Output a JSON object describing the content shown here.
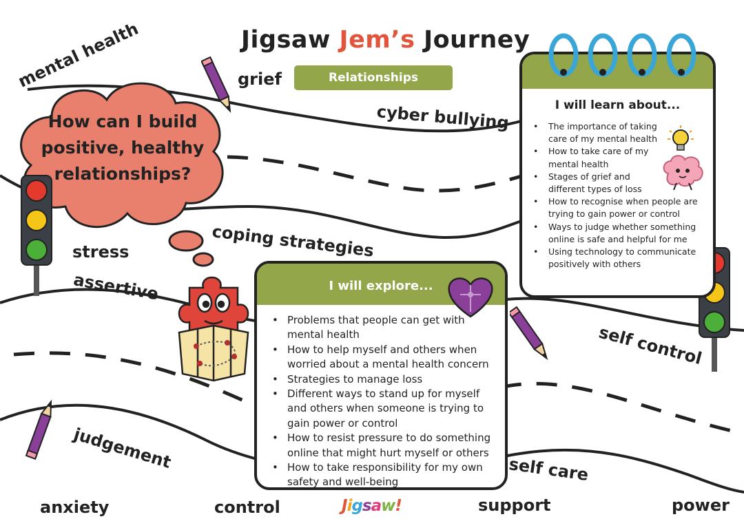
{
  "title": {
    "part1": "Jigsaw ",
    "accent": "Jem’s",
    "part2": " Journey"
  },
  "badge": "Relationships",
  "question": "How can I build positive, healthy relationships?",
  "words": {
    "mental_health": "mental health",
    "grief": "grief",
    "cyber_bullying": "cyber bullying",
    "coping_strategies": "coping strategies",
    "stress": "stress",
    "assertive": "assertive",
    "self_control": "self control",
    "judgement": "judgement",
    "self_care": "self care",
    "anxiety": "anxiety",
    "control": "control",
    "support": "support",
    "power": "power"
  },
  "explore": {
    "heading": "I will explore...",
    "items": [
      "Problems that people can get with mental health",
      "How to help myself and others when worried about a mental health concern",
      "Strategies to manage loss",
      "Different ways to stand up for myself and others when someone is trying to gain power or control",
      "How to resist pressure to do something online that might hurt myself or others",
      "How to take responsibility for my own safety and well-being"
    ]
  },
  "learn": {
    "heading": "I will learn about...",
    "items": [
      "The importance of taking care of my mental health",
      "How to take care of my mental health",
      "Stages of grief and different types of loss",
      "How to recognise when people are trying to gain power or control",
      "Ways to judge whether something online is safe and helpful for me",
      "Using technology to communicate positively with others"
    ]
  },
  "logo": {
    "letters": [
      "J",
      "i",
      "g",
      "s",
      "a",
      "w",
      "!"
    ]
  },
  "colors": {
    "accent": "#e0553b",
    "badge": "#93a64a",
    "cloud": "#e8806d",
    "puzzle": "#e0453b",
    "heart": "#8a3f98",
    "ring": "#3aa6d8"
  },
  "icons": {
    "pencil": "pencil-icon",
    "traffic_light": "traffic-light-icon",
    "lightbulb": "lightbulb-icon",
    "brain": "brain-icon",
    "heart_puzzle": "heart-puzzle-icon",
    "character": "jigsaw-jem-character"
  }
}
